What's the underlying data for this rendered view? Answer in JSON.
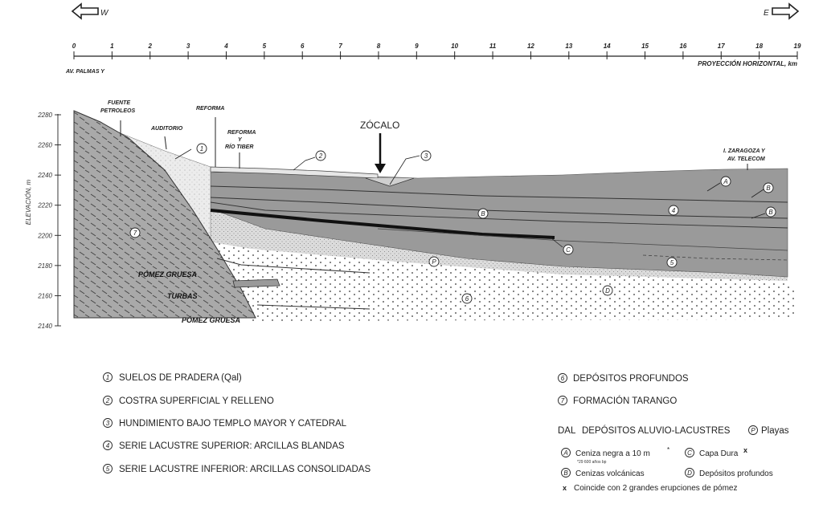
{
  "directions": {
    "west": "W",
    "east": "E"
  },
  "axis": {
    "ticks": [
      "0",
      "1",
      "2",
      "3",
      "4",
      "5",
      "6",
      "7",
      "8",
      "9",
      "10",
      "11",
      "12",
      "13",
      "14",
      "15",
      "16",
      "17",
      "18",
      "19"
    ],
    "caption": "PROYECCIÓN HORIZONTAL, km",
    "origin_label": "AV. PALMAS Y",
    "ylabel": "ELEVACIÓN, m",
    "yticks": [
      "2280",
      "2260",
      "2240",
      "2220",
      "2200",
      "2180",
      "2160",
      "2140"
    ]
  },
  "section": {
    "fuente": [
      "FUENTE",
      "PETROLEOS"
    ],
    "auditorio": "AUDITORIO",
    "reforma": "REFORMA",
    "reforma_tiber": [
      "REFORMA",
      "Y",
      "RÍO TIBER"
    ],
    "zocalo": "ZÓCALO",
    "zaragoza": [
      "I. ZARAGOZA Y",
      "AV. TELECOM"
    ],
    "pomez_1": "PÓMEZ GRUESA",
    "turbas": "TURBAS",
    "pomez_2": "PÓMEZ GRUESA",
    "markers": [
      "1",
      "2",
      "3",
      "4",
      "5",
      "6",
      "7"
    ],
    "letters": {
      "A": "A",
      "B": "B",
      "C": "C",
      "D": "D",
      "P": "P"
    }
  },
  "legend": {
    "left": [
      {
        "num": "1",
        "text": "SUELOS DE PRADERA (Qal)"
      },
      {
        "num": "2",
        "text": "COSTRA SUPERFICIAL Y RELLENO"
      },
      {
        "num": "3",
        "text": "HUNDIMIENTO BAJO TEMPLO MAYOR Y CATEDRAL"
      },
      {
        "num": "4",
        "text": "SERIE LACUSTRE SUPERIOR: ARCILLAS BLANDAS"
      },
      {
        "num": "5",
        "text": "SERIE LACUSTRE INFERIOR: ARCILLAS CONSOLIDADAS"
      }
    ],
    "right": [
      {
        "num": "6",
        "text": "DEPÓSITOS PROFUNDOS"
      },
      {
        "num": "7",
        "text": "FORMACIÓN TARANGO"
      }
    ],
    "dal_prefix": "DAL",
    "dal_text": "DEPÓSITOS ALUVIO-LACUSTRES",
    "playas": "Playas",
    "ceniza_negra": "Ceniza negra a 10 m",
    "age_note": "*29 600 años bp",
    "capa_dura": "Capa Dura",
    "cenizas": "Cenizas volcánicas",
    "dep_profundos": "Depósitos profundos",
    "x_mark": "x",
    "coincide": "Coincide con 2 grandes erupciones de pómez"
  }
}
